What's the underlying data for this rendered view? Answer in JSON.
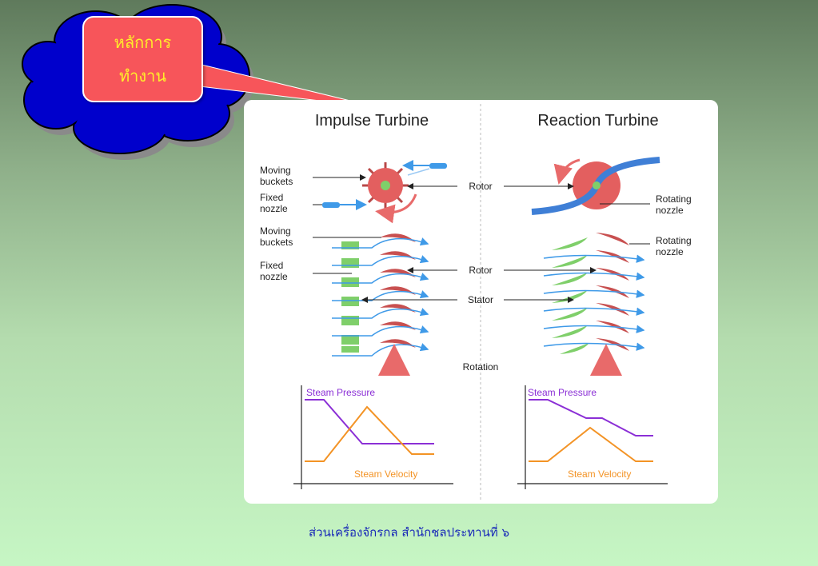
{
  "callout": {
    "line1": "หลักการ",
    "line2": "ทำงาน"
  },
  "diagram": {
    "impulse_title": "Impulse Turbine",
    "reaction_title": "Reaction Turbine",
    "moving_buckets": [
      "Moving",
      "buckets"
    ],
    "fixed_nozzle": [
      "Fixed",
      "nozzle"
    ],
    "rotating_nozzle": [
      "Rotating",
      "nozzle"
    ],
    "rotor": "Rotor",
    "stator": "Stator",
    "rotation": "Rotation",
    "steam_pressure": "Steam Pressure",
    "steam_velocity": "Steam Velocity",
    "colors": {
      "rotor": "#e35f5f",
      "stator": "#7fcf6a",
      "steam": "#3f9ae8",
      "pressure": "#8b2fd6",
      "velocity": "#f39325"
    }
  },
  "footer": {
    "text": "ส่วนเครื่องจักรกล  สำนักชลประทานที่ ๖"
  }
}
